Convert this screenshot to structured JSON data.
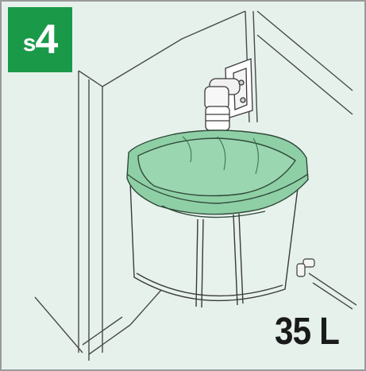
{
  "badge": {
    "prefix": "s",
    "number": "4"
  },
  "capacity": {
    "label": "35 L"
  },
  "colors": {
    "background": "#e6f1ec",
    "badge": "#1a9a48",
    "bin_rim": "#8fcfa6",
    "bin_body": "#e8f2ec",
    "outline": "#3a3a3a"
  },
  "icons": [
    "waste-bin-illustration",
    "cabinet-drawing",
    "mounting-bracket-icon"
  ]
}
